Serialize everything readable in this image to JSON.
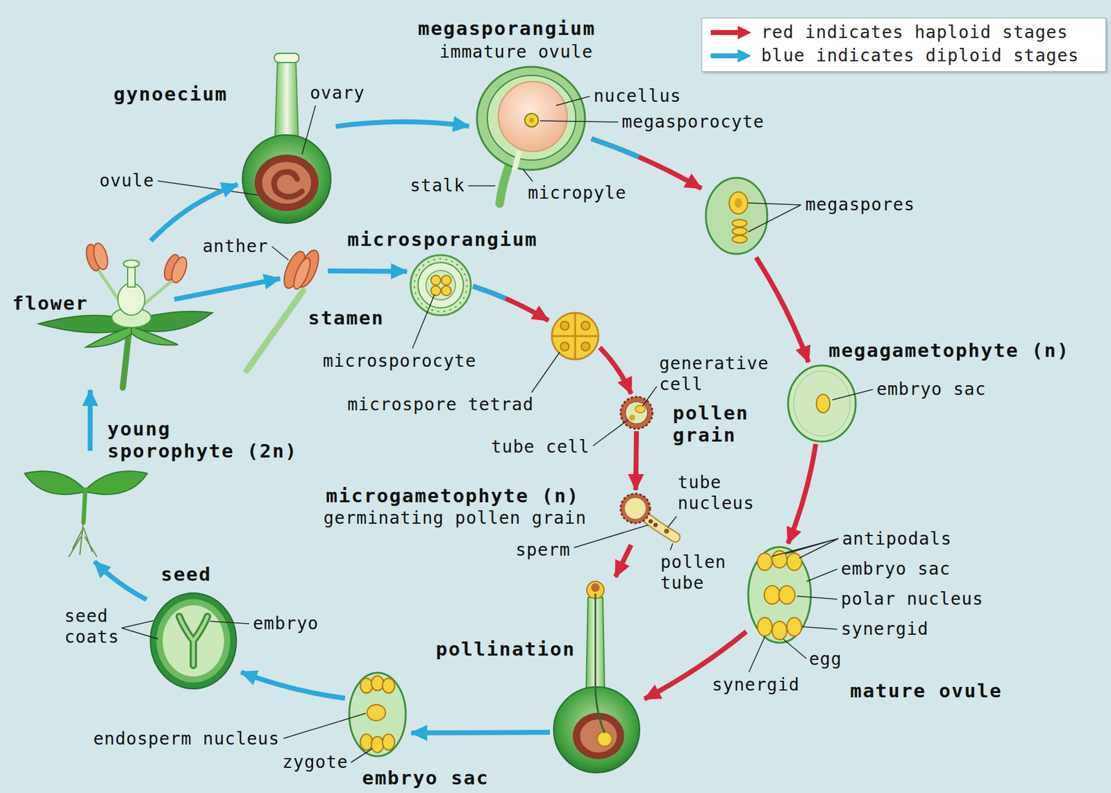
{
  "diagram": {
    "nodes": [
      {
        "text": [
          "flower"
        ]
      },
      {
        "text": [
          "gynoecium"
        ]
      },
      {
        "text": [
          "megasporangium",
          "immature ovule"
        ]
      },
      {
        "text": [
          "megaspores"
        ]
      },
      {
        "text": [
          "stamen"
        ]
      },
      {
        "text": [
          "microsporangium"
        ]
      },
      {
        "text": [
          "microspore tetrad"
        ]
      },
      {
        "text": [
          "pollen grain"
        ]
      },
      {
        "text": [
          "microgametophyte (n)",
          "germinating pollen grain"
        ]
      },
      {
        "text": [
          "megagametophyte (n)"
        ]
      },
      {
        "text": [
          "mature ovule"
        ]
      },
      {
        "text": [
          "pollination"
        ]
      },
      {
        "text": [
          "embryo sac"
        ]
      },
      {
        "text": [
          "seed"
        ]
      },
      {
        "text": [
          "young sporophyte (2n)"
        ]
      }
    ],
    "edges": [
      {
        "from": 0,
        "to": 1,
        "arrow": "to"
      },
      {
        "from": 0,
        "to": 4,
        "arrow": "to"
      },
      {
        "from": 1,
        "to": 2,
        "arrow": "to"
      },
      {
        "from": 2,
        "to": 3,
        "arrow": "to"
      },
      {
        "from": 3,
        "to": 9,
        "arrow": "to"
      },
      {
        "from": 9,
        "to": 10,
        "arrow": "to"
      },
      {
        "from": 10,
        "to": 11,
        "arrow": "to"
      },
      {
        "from": 4,
        "to": 5,
        "arrow": "to"
      },
      {
        "from": 5,
        "to": 6,
        "arrow": "to"
      },
      {
        "from": 6,
        "to": 7,
        "arrow": "to"
      },
      {
        "from": 7,
        "to": 8,
        "arrow": "to"
      },
      {
        "from": 8,
        "to": 11,
        "arrow": "to"
      },
      {
        "from": 11,
        "to": 12,
        "arrow": "to"
      },
      {
        "from": 12,
        "to": 13,
        "arrow": "to"
      },
      {
        "from": 13,
        "to": 14,
        "arrow": "to"
      },
      {
        "from": 14,
        "to": 0,
        "arrow": "to"
      }
    ],
    "labels": [
      "ovary",
      "ovule",
      "anther",
      "nucellus",
      "megasporocyte",
      "stalk",
      "micropyle",
      "microsporocyte",
      "generative cell",
      "tube cell",
      "tube nucleus",
      "sperm",
      "pollen tube",
      "embryo sac",
      "antipodals",
      "embryo sac",
      "polar nucleus",
      "synergid",
      "egg",
      "synergid",
      "seed coats",
      "embryo",
      "endosperm nucleus",
      "zygote"
    ],
    "legend": [
      {
        "text": "red indicates haploid stages",
        "color": "#d7263d"
      },
      {
        "text": "blue indicates diploid stages",
        "color": "#29a9dc"
      }
    ]
  }
}
